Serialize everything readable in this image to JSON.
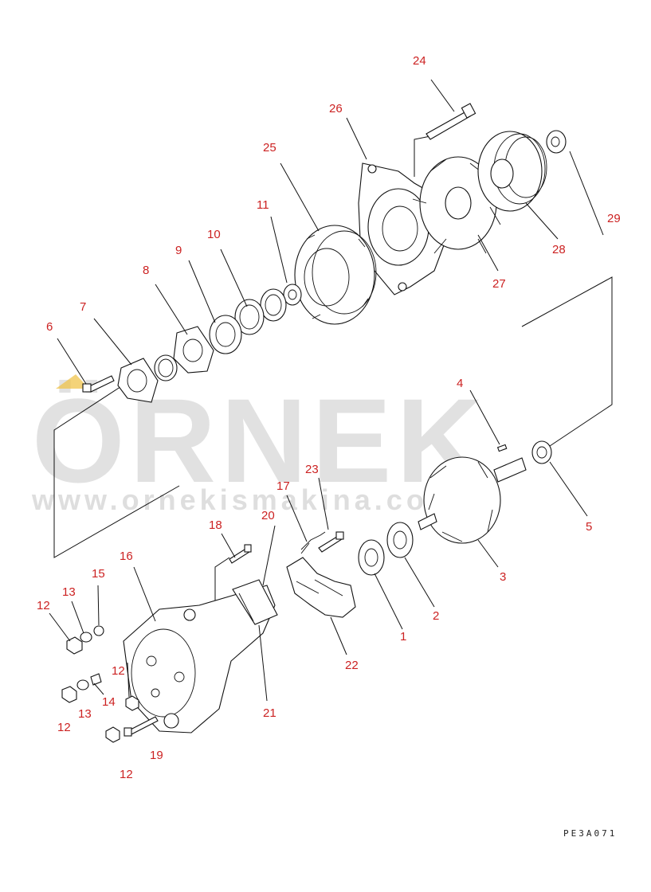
{
  "diagram": {
    "drawing_code": "PE3A071",
    "watermark": {
      "brand": "ÖRNEK",
      "url": "www.ornekismakina.com.tr"
    },
    "callouts": [
      "1",
      "2",
      "3",
      "4",
      "5",
      "6",
      "7",
      "8",
      "9",
      "10",
      "11",
      "12",
      "13",
      "14",
      "15",
      "16",
      "17",
      "18",
      "19",
      "20",
      "21",
      "22",
      "23",
      "24",
      "25",
      "26",
      "27",
      "28",
      "29"
    ],
    "colors": {
      "callout": "#cc2222",
      "line": "#111111",
      "watermark": "#c9c9c9",
      "accent": "#f0c040"
    }
  }
}
